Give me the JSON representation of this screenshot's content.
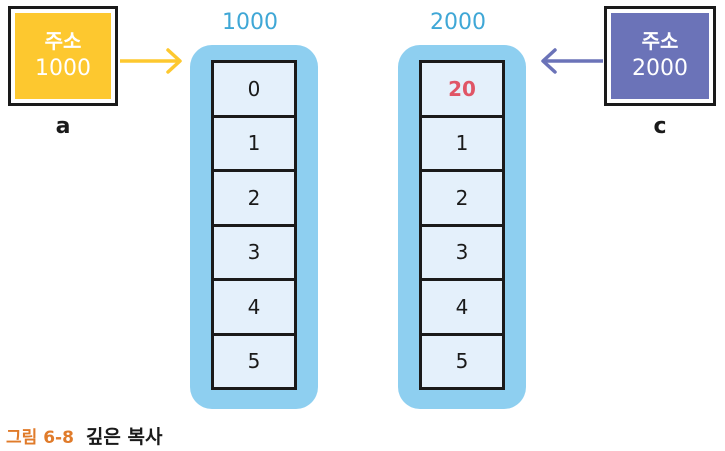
{
  "variables": [
    {
      "name": "a",
      "address_label": "주소",
      "address_value": "1000",
      "color": "#fdc82f"
    },
    {
      "name": "c",
      "address_label": "주소",
      "address_value": "2000",
      "color": "#6b73b8"
    }
  ],
  "arrays": [
    {
      "address": "1000",
      "cells": [
        "0",
        "1",
        "2",
        "3",
        "4",
        "5"
      ]
    },
    {
      "address": "2000",
      "cells": [
        "20",
        "1",
        "2",
        "3",
        "4",
        "5"
      ],
      "highlight_index": 0
    }
  ],
  "colors": {
    "array_bg": "#8ecff0",
    "cell_bg": "#e4f0fb",
    "highlight_text": "#e05566",
    "arrow_a": "#fdc82f",
    "arrow_c": "#6b73b8",
    "caption_tag": "#e07b2a"
  },
  "caption": {
    "tag": "그림 6-8",
    "text": "깊은 복사"
  }
}
